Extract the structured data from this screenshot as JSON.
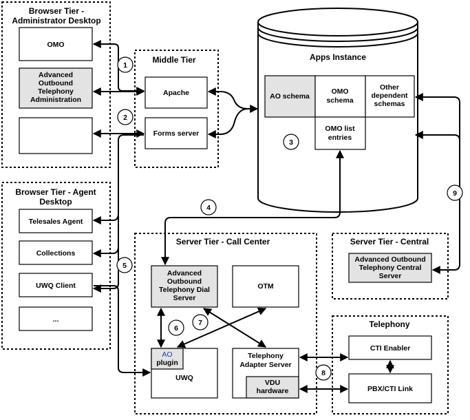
{
  "tiers": {
    "browser_admin": [
      "Browser Tier -",
      "Administrator Desktop"
    ],
    "middle": [
      "Middle Tier"
    ],
    "browser_agent": [
      "Browser Tier - Agent",
      "Desktop"
    ],
    "server_call_center": [
      "Server Tier - Call Center"
    ],
    "server_central": [
      "Server Tier - Central"
    ],
    "telephony": [
      "Telephony"
    ],
    "apps_instance": [
      "Apps Instance"
    ]
  },
  "boxes": {
    "omo": [
      "OMO"
    ],
    "ao_admin": [
      "Advanced",
      "Outbound",
      "Telephony",
      "Administration"
    ],
    "empty_admin": [],
    "apache": [
      "Apache"
    ],
    "forms_server": [
      "Forms server"
    ],
    "ao_schema": [
      "AO schema"
    ],
    "omo_schema": [
      "OMO",
      "schema"
    ],
    "other_schemas": [
      "Other",
      "dependent",
      "schemas"
    ],
    "omo_list_entries": [
      "OMO list",
      "entries"
    ],
    "telesales_agent": [
      "Telesales Agent"
    ],
    "collections": [
      "Collections"
    ],
    "uwq_client": [
      "UWQ Client"
    ],
    "ellipsis": [
      "..."
    ],
    "ao_dial_server": [
      "Advanced",
      "Outbound",
      "Telephony Dial",
      "Server"
    ],
    "otm": [
      "OTM"
    ],
    "ao_plugin": [
      "AO",
      "plugin"
    ],
    "uwq": [
      "UWQ"
    ],
    "telephony_adapter": [
      "Telephony",
      "Adapter Server"
    ],
    "vdu_hardware": [
      "VDU",
      "hardware"
    ],
    "ao_central_server": [
      "Advanced Outbound",
      "Telephony Central",
      "Server"
    ],
    "cti_enabler": [
      "CTI Enabler"
    ],
    "pbx_cti_link": [
      "PBX/CTI Link"
    ]
  },
  "markers": [
    "1",
    "2",
    "3",
    "4",
    "5",
    "6",
    "7",
    "8",
    "9"
  ],
  "colors": {
    "shaded_box": "#e3e3e3",
    "line": "#000000",
    "ao_label": "#1f3f9f"
  }
}
